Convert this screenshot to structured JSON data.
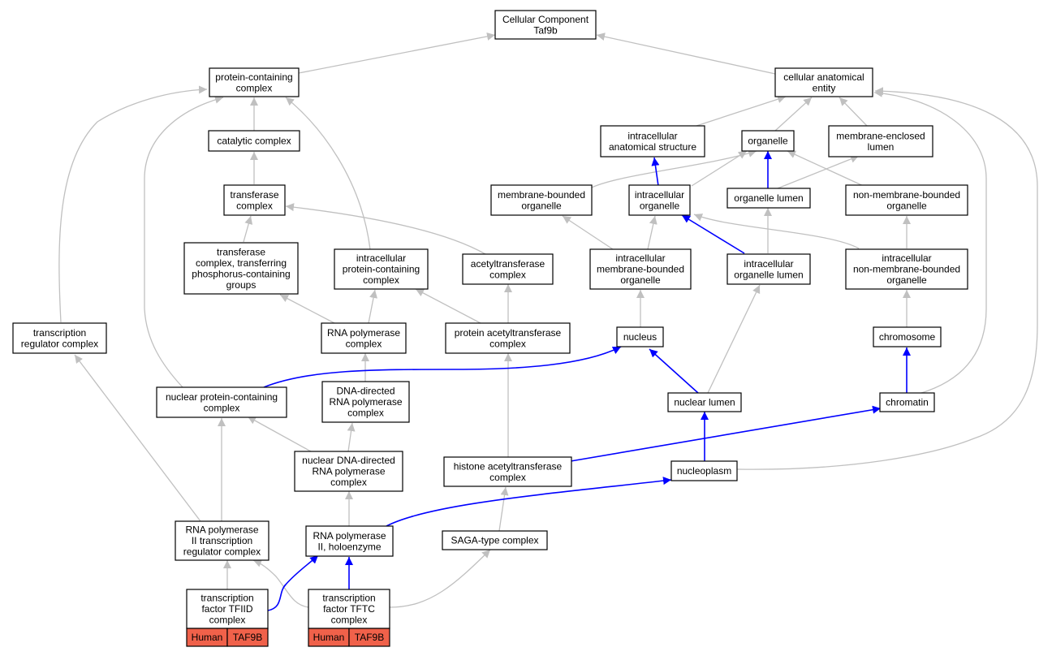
{
  "nodes": {
    "cc": {
      "lines": [
        "Cellular Component",
        "Taf9b"
      ]
    },
    "pcc": {
      "lines": [
        "protein-containing",
        "complex"
      ]
    },
    "cae": {
      "lines": [
        "cellular anatomical",
        "entity"
      ]
    },
    "cat": {
      "lines": [
        "catalytic complex"
      ]
    },
    "ias": {
      "lines": [
        "intracellular",
        "anatomical structure"
      ]
    },
    "org": {
      "lines": [
        "organelle"
      ]
    },
    "mel": {
      "lines": [
        "membrane-enclosed",
        "lumen"
      ]
    },
    "tc": {
      "lines": [
        "transferase",
        "complex"
      ]
    },
    "mbo": {
      "lines": [
        "membrane-bounded",
        "organelle"
      ]
    },
    "io": {
      "lines": [
        "intracellular",
        "organelle"
      ]
    },
    "ol": {
      "lines": [
        "organelle lumen"
      ]
    },
    "nmbo": {
      "lines": [
        "non-membrane-bounded",
        "organelle"
      ]
    },
    "tcp": {
      "lines": [
        "transferase",
        "complex, transferring",
        "phosphorus-containing",
        "groups"
      ]
    },
    "ipcc": {
      "lines": [
        "intracellular",
        "protein-containing",
        "complex"
      ]
    },
    "atc": {
      "lines": [
        "acetyltransferase",
        "complex"
      ]
    },
    "imbo": {
      "lines": [
        "intracellular",
        "membrane-bounded",
        "organelle"
      ]
    },
    "iol": {
      "lines": [
        "intracellular",
        "organelle lumen"
      ]
    },
    "inmbo": {
      "lines": [
        "intracellular",
        "non-membrane-bounded",
        "organelle"
      ]
    },
    "trc": {
      "lines": [
        "transcription",
        "regulator complex"
      ]
    },
    "rnap": {
      "lines": [
        "RNA polymerase",
        "complex"
      ]
    },
    "patc": {
      "lines": [
        "protein acetyltransferase",
        "complex"
      ]
    },
    "nuc": {
      "lines": [
        "nucleus"
      ]
    },
    "chrom": {
      "lines": [
        "chromosome"
      ]
    },
    "npcc": {
      "lines": [
        "nuclear protein-containing",
        "complex"
      ]
    },
    "ddrnap": {
      "lines": [
        "DNA-directed",
        "RNA polymerase",
        "complex"
      ]
    },
    "nl": {
      "lines": [
        "nuclear lumen"
      ]
    },
    "chromatin": {
      "lines": [
        "chromatin"
      ]
    },
    "nddrnap": {
      "lines": [
        "nuclear DNA-directed",
        "RNA polymerase",
        "complex"
      ]
    },
    "hatc": {
      "lines": [
        "histone acetyltransferase",
        "complex"
      ]
    },
    "np": {
      "lines": [
        "nucleoplasm"
      ]
    },
    "rnap2trc": {
      "lines": [
        "RNA polymerase",
        "II transcription",
        "regulator complex"
      ]
    },
    "rnap2h": {
      "lines": [
        "RNA polymerase",
        "II, holoenzyme"
      ]
    },
    "saga": {
      "lines": [
        "SAGA-type complex"
      ]
    },
    "tfiid": {
      "lines": [
        "transcription",
        "factor TFIID",
        "complex"
      ],
      "tags": [
        "Human",
        "TAF9B"
      ]
    },
    "tftc": {
      "lines": [
        "transcription",
        "factor TFTC",
        "complex"
      ],
      "tags": [
        "Human",
        "TAF9B"
      ]
    }
  },
  "colors": {
    "edge_is_a": "#c0c0c0",
    "edge_part_of": "#0000ff",
    "tag_fill": "#f0614a"
  }
}
